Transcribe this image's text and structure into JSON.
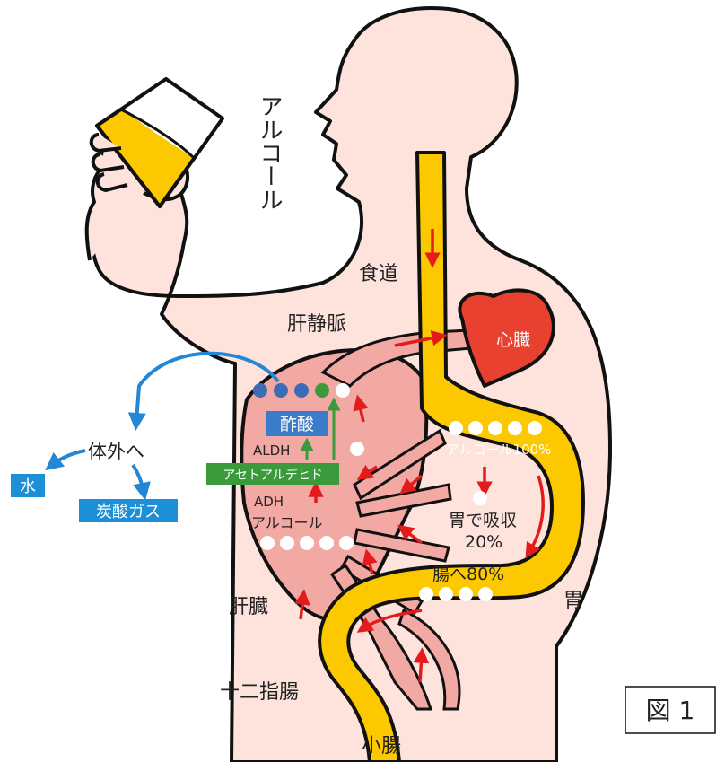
{
  "labels": {
    "alcohol_vertical": "アルコール",
    "esophagus": "食道",
    "hepatic_vein": "肝静脈",
    "heart": "心臓",
    "acetic_acid": "酢酸",
    "aldh": "ALDH",
    "acetaldehyde": "アセトアルデヒド",
    "adh": "ADH",
    "alcohol_in_liver": "アルコール",
    "out_of_body": "体外へ",
    "water": "水",
    "carbon_dioxide": "炭酸ガス",
    "liver": "肝臓",
    "duodenum": "十二指腸",
    "small_intestine": "小腸",
    "stomach": "胃",
    "stomach_alcohol_100": "アルコール100%",
    "stomach_absorption_line1": "胃で吸収",
    "stomach_absorption_line2": "20%",
    "to_intestine_80": "腸へ80%",
    "figure_label": "図 1"
  },
  "colors": {
    "skin": "#fde3dc",
    "outline": "#111111",
    "beer": "#fcc800",
    "liver": "#f2a9a3",
    "heart": "#e8412f",
    "arrow_red": "#e31b1b",
    "blue_box": "#3a7cc7",
    "green_box": "#3a9a3c",
    "cyan_box": "#1d8fd6",
    "blue_arrow": "#2387d6"
  }
}
